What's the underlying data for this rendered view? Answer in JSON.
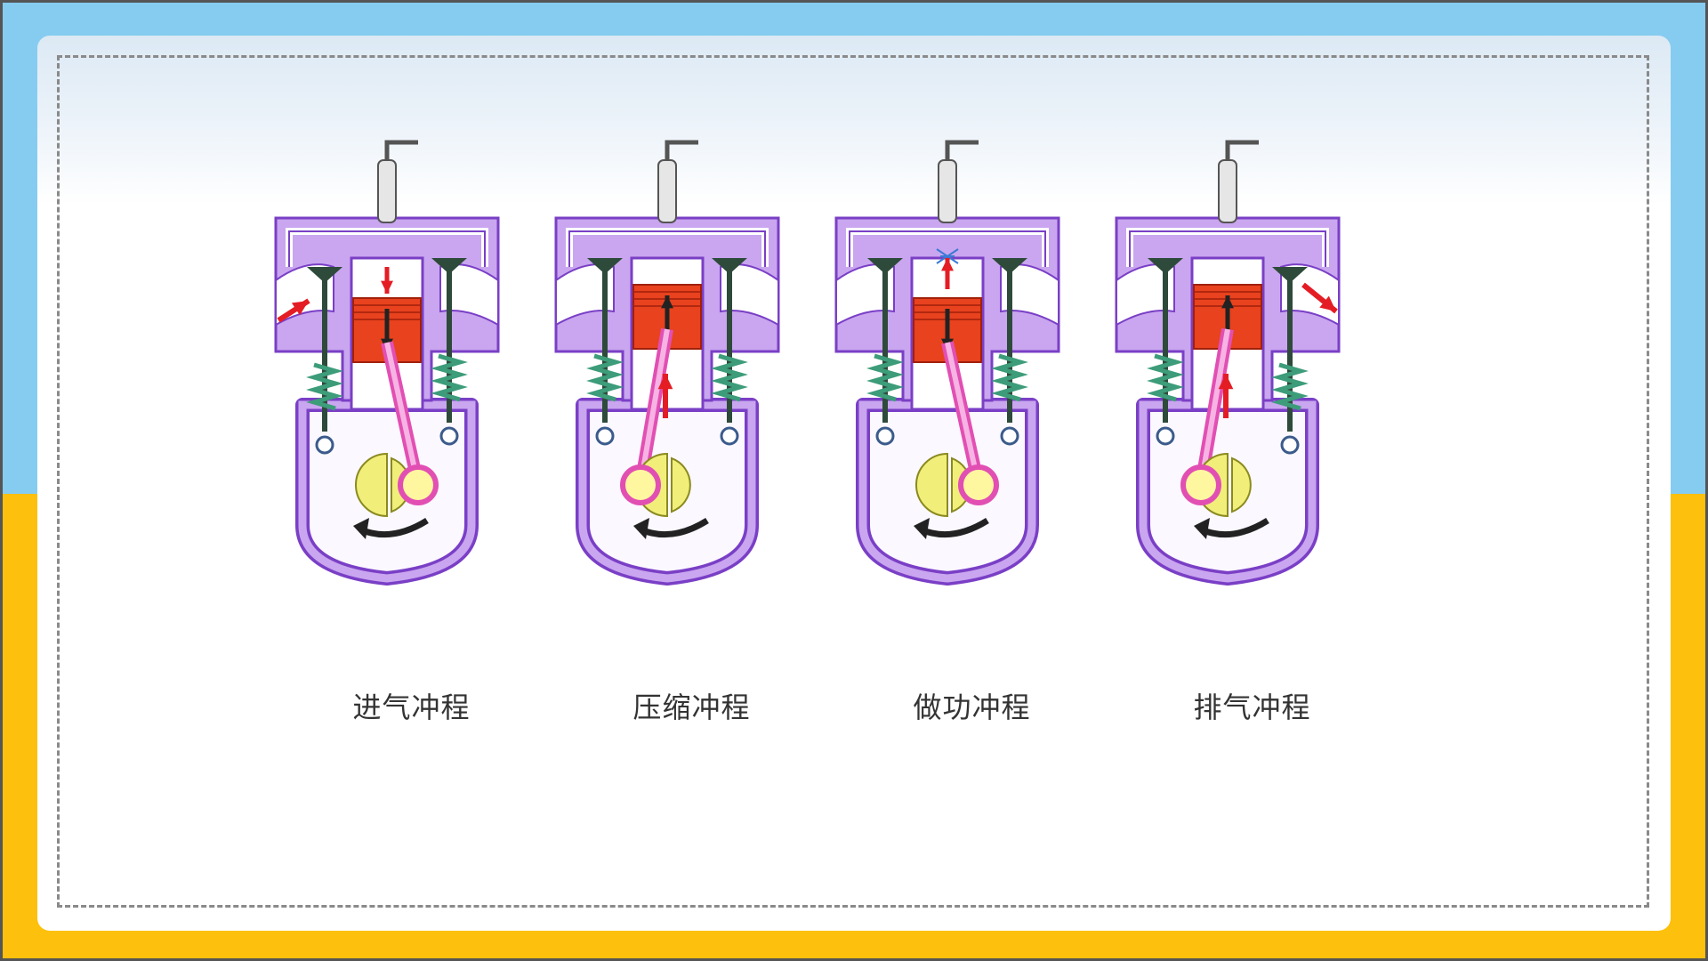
{
  "diagram": {
    "strokes": [
      {
        "id": "intake",
        "label": "进气冲程",
        "piston_arrow": "down",
        "intake_open": true,
        "exhaust_open": false,
        "rod_arrow": "none",
        "spark": false
      },
      {
        "id": "compression",
        "label": "压缩冲程",
        "piston_arrow": "up",
        "intake_open": false,
        "exhaust_open": false,
        "rod_arrow": "up",
        "spark": false
      },
      {
        "id": "power",
        "label": "做功冲程",
        "piston_arrow": "down",
        "intake_open": false,
        "exhaust_open": false,
        "rod_arrow": "none",
        "spark": true
      },
      {
        "id": "exhaust",
        "label": "排气冲程",
        "piston_arrow": "up",
        "intake_open": false,
        "exhaust_open": true,
        "rod_arrow": "up",
        "spark": false
      }
    ]
  },
  "colors": {
    "background_top": "#86ccf0",
    "background_bottom": "#fdc00c",
    "engine_body": "#c9a6ef",
    "engine_outline": "#7a3fc6",
    "piston": "#e8421e",
    "crank_wheel": "#f1ef7a",
    "arrow": "#e41d24"
  }
}
